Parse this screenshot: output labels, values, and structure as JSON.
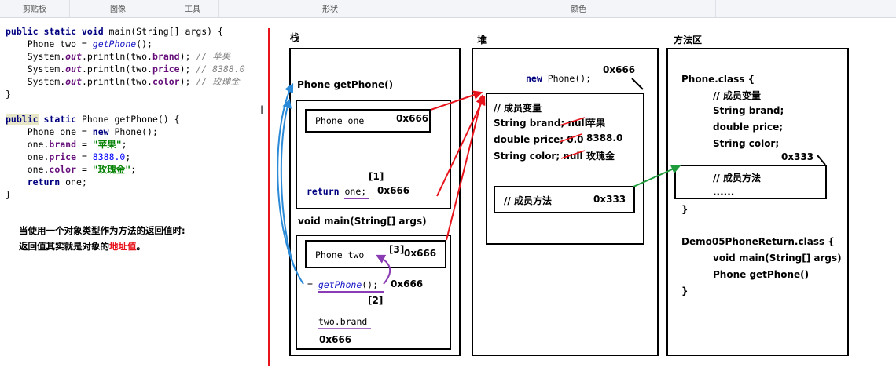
{
  "ribbon": {
    "groups": [
      "剪贴板",
      "图像",
      "工具",
      "形状",
      "颜色"
    ]
  },
  "code": {
    "line1_kw": "public static void",
    "line1_rest": " main(String[] args) {",
    "line2_a": "    Phone two = ",
    "line2_call": "getPhone",
    "line2_b": "();",
    "line3_a": "    System.",
    "line3_out": "out",
    "line3_b": ".println(two.",
    "line3_field": "brand",
    "line3_c": "); ",
    "line3_comment": "// 苹果",
    "line4_a": "    System.",
    "line4_out": "out",
    "line4_b": ".println(two.",
    "line4_field": "price",
    "line4_c": "); ",
    "line4_comment": "// 8388.0",
    "line5_a": "    System.",
    "line5_out": "out",
    "line5_b": ".println(two.",
    "line5_field": "color",
    "line5_c": "); ",
    "line5_comment": "// 玫瑰金",
    "line6": "}",
    "line8_kw": "public",
    "line8_kw2": " static",
    "line8_rest": " Phone getPhone() {",
    "line9_a": "    Phone one = ",
    "line9_kw": "new",
    "line9_b": " Phone();",
    "line10_a": "    one.",
    "line10_field": "brand",
    "line10_b": " = ",
    "line10_str": "\"苹果\"",
    "line10_c": ";",
    "line11_a": "    one.",
    "line11_field": "price",
    "line11_b": " = ",
    "line11_num": "8388.0",
    "line11_c": ";",
    "line12_a": "    one.",
    "line12_field": "color",
    "line12_b": " = ",
    "line12_str": "\"玫瑰金\"",
    "line12_c": ";",
    "line13_kw": "    return",
    "line13_b": " one;",
    "line14": "}"
  },
  "note": {
    "line1": "当使用一个对象类型作为方法的返回值时:",
    "line2_a": "返回值其实就是对象的",
    "line2_red": "地址值",
    "line2_b": "。"
  },
  "stack": {
    "title": "栈",
    "frame1_title": "Phone getPhone()",
    "var_one": "Phone one",
    "addr_one": "0x666",
    "marker1": "[1]",
    "return_kw": "return",
    "return_var": "one",
    "return_semi": ";",
    "return_addr": "0x666",
    "frame2_title": "void main(String[] args)",
    "var_two": "Phone two",
    "marker3": "[3]",
    "addr_two": "0x666",
    "assign_eq": "= ",
    "assign_call": "getPhone",
    "assign_rest": "();",
    "assign_addr": "0x666",
    "marker2": "[2]",
    "two_brand": "two.brand",
    "two_brand_addr": "0x666"
  },
  "heap": {
    "title": "堆",
    "new_kw": "new",
    "new_rest": " Phone();",
    "addr": "0x666",
    "members_title": "// 成员变量",
    "field1_a": "String brand; ",
    "field1_old": "null",
    "field1_new": "苹果",
    "field2_a": "double price; ",
    "field2_old": "0.0",
    "field2_new": "8388.0",
    "field3_a": "String color;  ",
    "field3_old": "null",
    "field3_new": "玫瑰金",
    "methods_title": "// 成员方法",
    "methods_addr": "0x333"
  },
  "method_area": {
    "title": "方法区",
    "class1": "Phone.class {",
    "c1_comment": "// 成员变量",
    "c1_f1": "String brand;",
    "c1_f2": "double price;",
    "c1_f3": "String color;",
    "methods_addr": "0x333",
    "methods_comment": "// 成员方法",
    "methods_ellipsis": "......",
    "class1_close": "}",
    "class2": "Demo05PhoneReturn.class {",
    "c2_m1": "void main(String[] args)",
    "c2_m2": "Phone getPhone()",
    "class2_close": "}"
  },
  "colors": {
    "red": "#e8141c",
    "green": "#1e9c3c",
    "blue": "#2a8ad8",
    "purple": "#8a3cb4"
  }
}
